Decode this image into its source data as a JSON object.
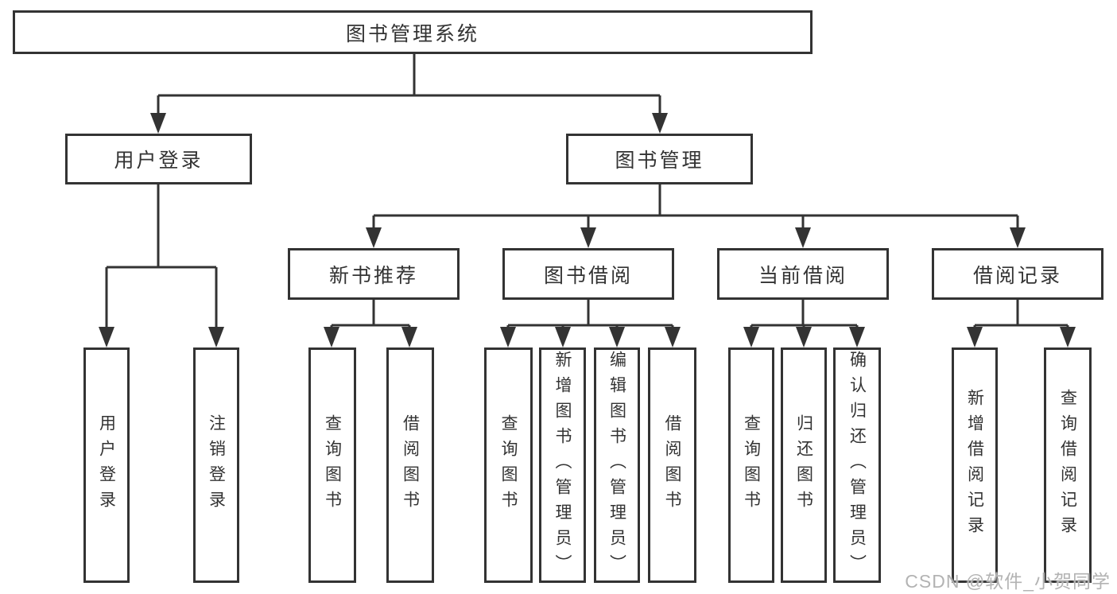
{
  "diagram": {
    "root": {
      "label": "图书管理系统"
    },
    "branches": [
      {
        "label": "用户登录",
        "children": [
          {
            "label": "用户登录"
          },
          {
            "label": "注销登录"
          }
        ]
      },
      {
        "label": "图书管理",
        "groups": [
          {
            "label": "新书推荐",
            "children": [
              {
                "label": "查询图书"
              },
              {
                "label": "借阅图书"
              }
            ]
          },
          {
            "label": "图书借阅",
            "children": [
              {
                "label": "查询图书"
              },
              {
                "label": "新增图书（管理员）"
              },
              {
                "label": "编辑图书（管理员）"
              },
              {
                "label": "借阅图书"
              }
            ]
          },
          {
            "label": "当前借阅",
            "children": [
              {
                "label": "查询图书"
              },
              {
                "label": "归还图书"
              },
              {
                "label": "确认归还（管理员）"
              }
            ]
          },
          {
            "label": "借阅记录",
            "children": [
              {
                "label": "新增借阅记录"
              },
              {
                "label": "查询借阅记录"
              }
            ]
          }
        ]
      }
    ]
  },
  "watermark": "CSDN @软件_小贺同学",
  "colors": {
    "line": "#333333",
    "text": "#333333",
    "box_background": "#ffffff",
    "page_background": "#ffffff",
    "watermark": "#b3b3b3"
  }
}
